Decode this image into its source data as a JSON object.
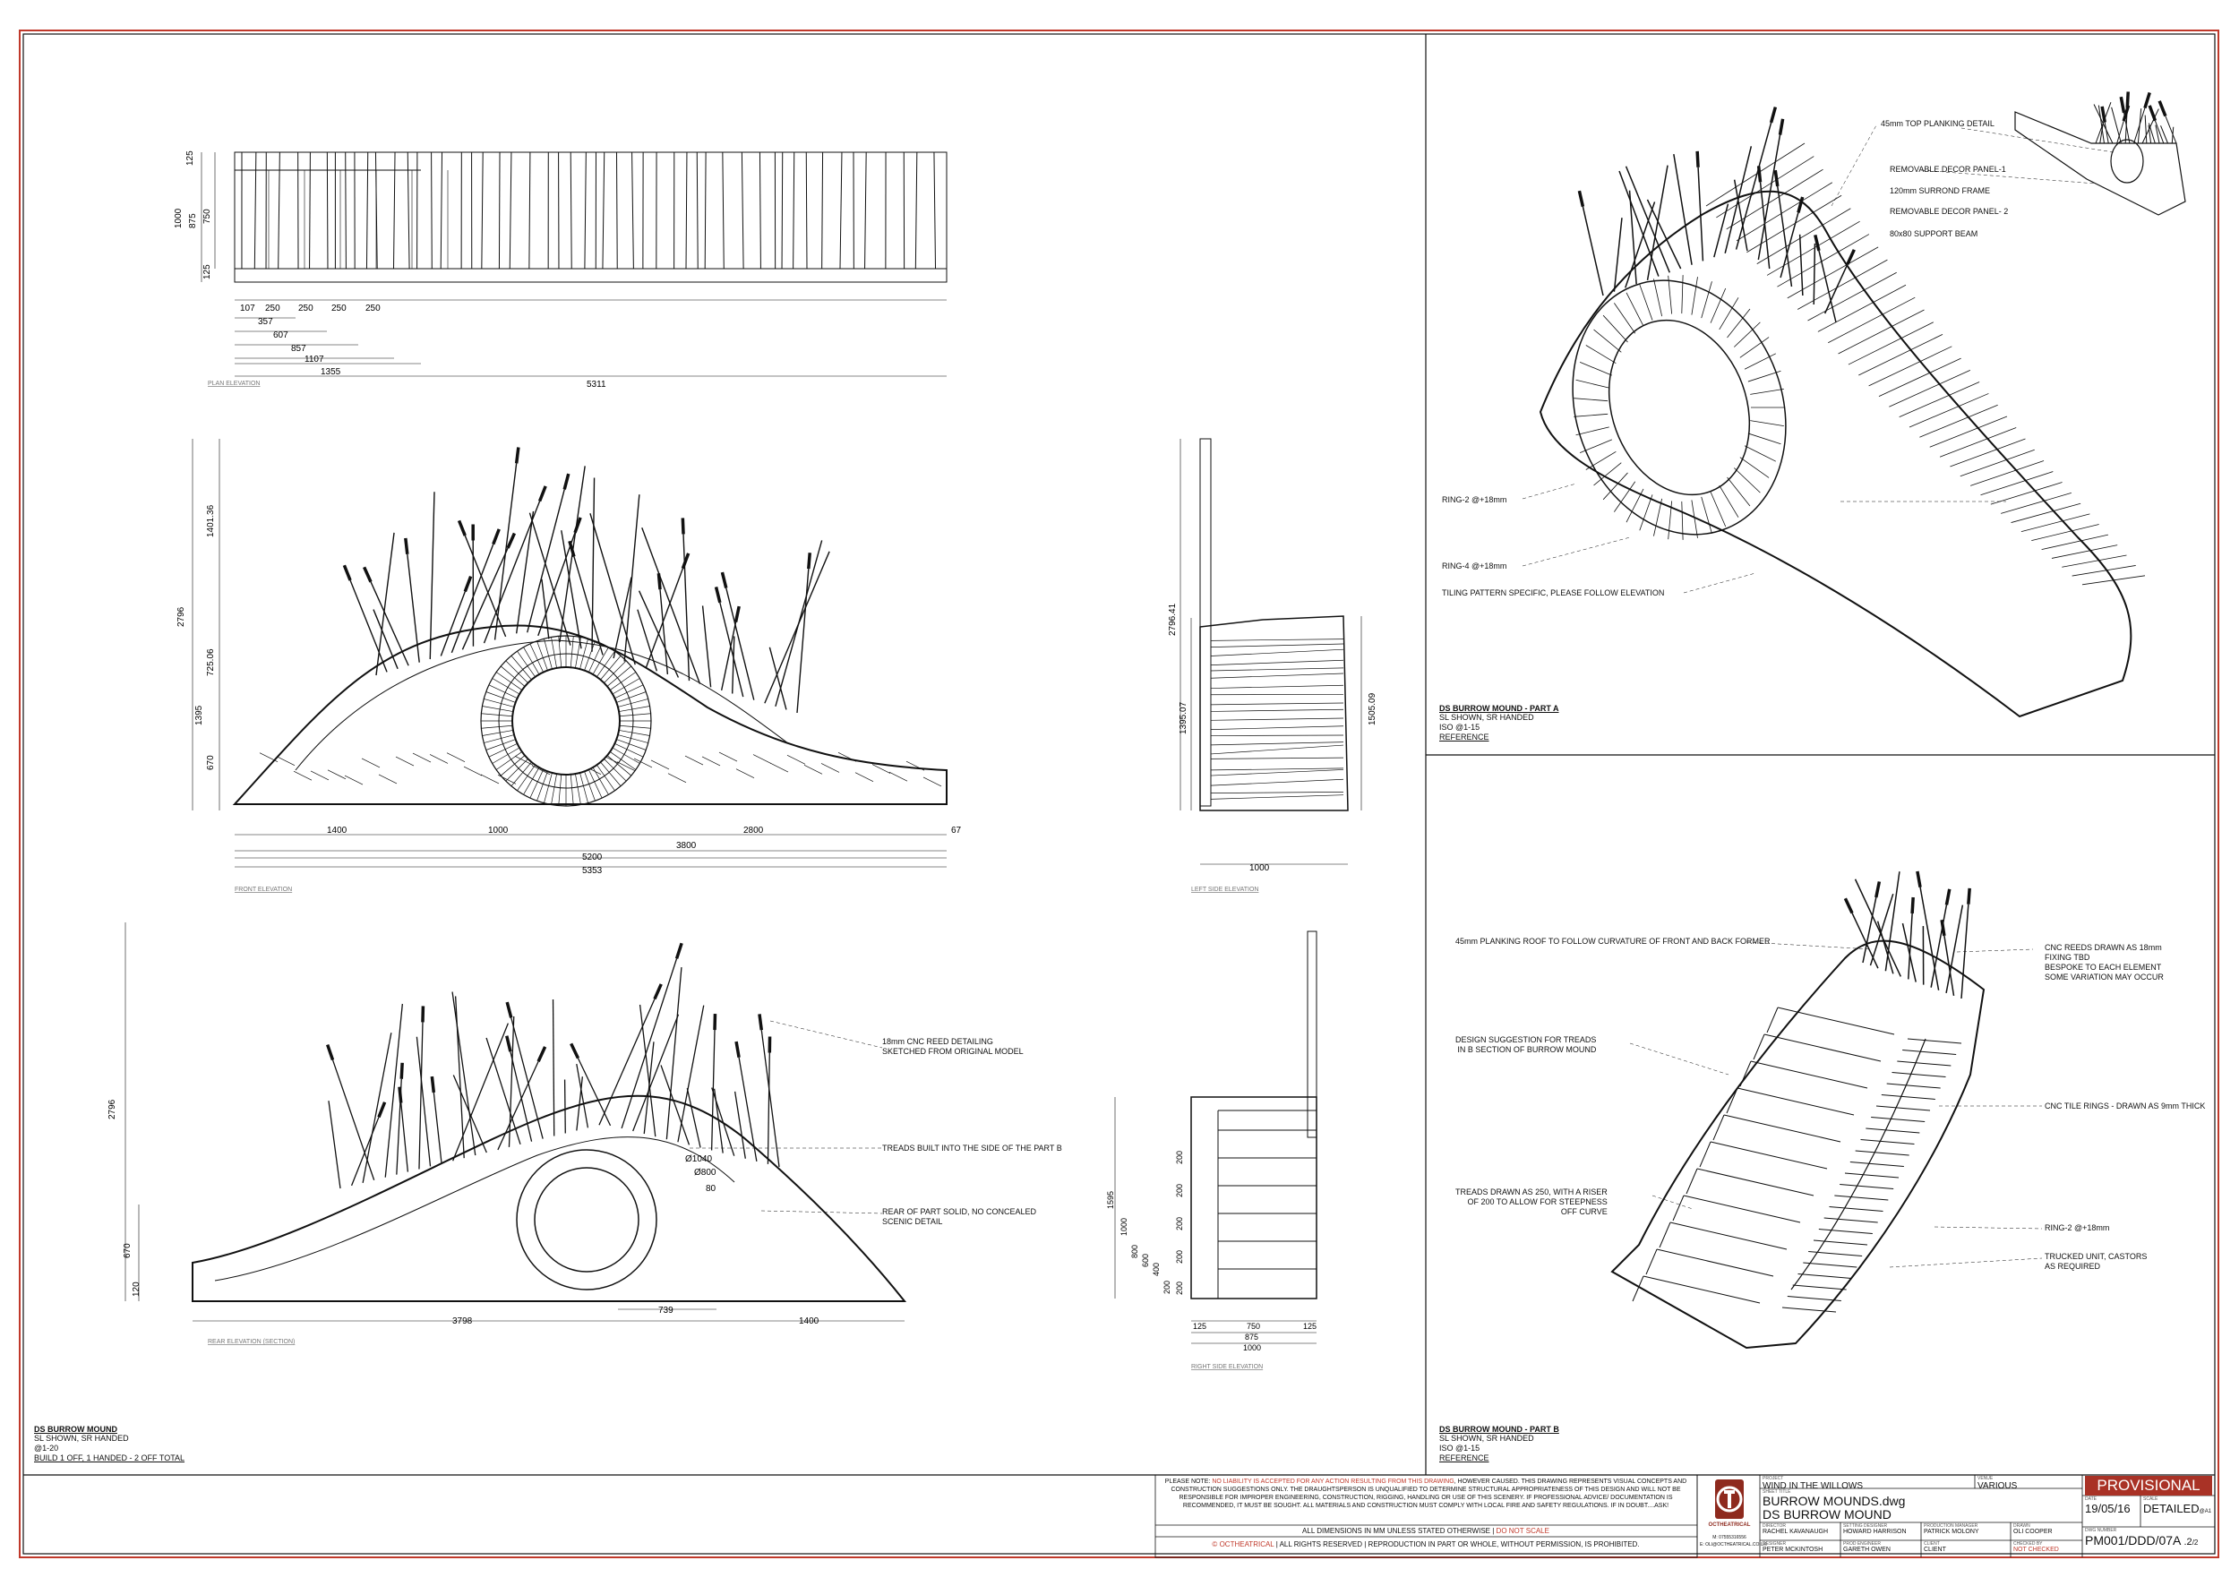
{
  "sheet": {
    "border_color": "#c0392b",
    "line_color": "#111111"
  },
  "views": {
    "plan": {
      "label": "PLAN ELEVATION",
      "v_dims": [
        "125",
        "1000",
        "875",
        "750",
        "125"
      ],
      "h_dims": [
        "107",
        "250",
        "250",
        "250",
        "250",
        "357",
        "607",
        "857",
        "1107",
        "1355",
        "5311"
      ]
    },
    "front": {
      "label": "FRONT ELEVATION",
      "v_dims": [
        "2796",
        "1401.36",
        "725.06",
        "1395",
        "670"
      ],
      "h_dims": [
        "1400",
        "1000",
        "2800",
        "67",
        "3800",
        "5200",
        "5353"
      ]
    },
    "left": {
      "label": "LEFT SIDE ELEVATION",
      "v_dims": [
        "2796.41",
        "1395.07",
        "1505.09"
      ],
      "h_dims": [
        "1000"
      ]
    },
    "rear": {
      "label": "REAR ELEVATION (SECTION)",
      "v_dims": [
        "2796",
        "670",
        "120"
      ],
      "h_dims": [
        "3798",
        "739",
        "1400"
      ],
      "ring_dims": [
        "Ø1040",
        "Ø800",
        "80"
      ],
      "notes": [
        "18mm CNC REED DETAILING\nSKETCHED FROM ORIGINAL MODEL",
        "TREADS BUILT INTO THE SIDE OF THE PART B",
        "REAR OF PART SOLID, NO CONCEALED\nSCENIC DETAIL"
      ]
    },
    "right": {
      "label": "RIGHT SIDE ELEVATION",
      "v_dims": [
        "1595",
        "1000",
        "800",
        "600",
        "400",
        "200",
        "200",
        "200",
        "200",
        "200",
        "200"
      ],
      "h_dims": [
        "125",
        "750",
        "125",
        "875",
        "1000"
      ]
    },
    "iso_a": {
      "callouts": [
        "45mm TOP PLANKING DETAIL",
        "REMOVABLE DECOR PANEL-1",
        "120mm SURROND FRAME",
        "REMOVABLE DECOR PANEL- 2",
        "80x80 SUPPORT BEAM",
        "RING-2 @+18mm",
        "RING-4 @+18mm",
        "TILING PATTERN SPECIFIC, PLEASE FOLLOW ELEVATION"
      ],
      "caption": {
        "title": "DS BURROW MOUND - PART A",
        "lines": [
          "SL SHOWN, SR HANDED",
          "ISO @1-15"
        ],
        "ref": "REFERENCE"
      }
    },
    "iso_b": {
      "callouts": [
        "45mm PLANKING ROOF TO FOLLOW CURVATURE OF FRONT AND BACK FORMER",
        "DESIGN SUGGESTION FOR TREADS\nIN B SECTION OF BURROW MOUND",
        "TREADS DRAWN AS 250, WITH A RISER\nOF 200 TO ALLOW FOR STEEPNESS\nOFF CURVE",
        "CNC REEDS DRAWN AS 18mm\nFIXING TBD\nBESPOKE TO EACH ELEMENT\nSOME VARIATION MAY OCCUR",
        "CNC TILE RINGS - DRAWN AS 9mm THICK",
        "RING-2 @+18mm",
        "TRUCKED UNIT, CASTORS\nAS REQUIRED"
      ],
      "caption": {
        "title": "DS BURROW MOUND - PART B",
        "lines": [
          "SL SHOWN, SR HANDED",
          "ISO @1-15"
        ],
        "ref": "REFERENCE"
      }
    }
  },
  "main_caption": {
    "title": "DS BURROW MOUND",
    "lines": [
      "SL SHOWN, SR HANDED",
      "@1-20"
    ],
    "build": "BUILD 1 OFF, 1 HANDED - 2 OFF TOTAL"
  },
  "title_block": {
    "disclaimer_lead": "PLEASE NOTE:",
    "disclaimer_red": "NO LIABILITY IS ACCEPTED FOR ANY ACTION RESULTING FROM THIS DRAWING",
    "disclaimer_body": ", HOWEVER CAUSED. THIS DRAWING REPRESENTS VISUAL CONCEPTS AND CONSTRUCTION SUGGESTIONS ONLY. THE DRAUGHTSPERSON IS UNQUALIFIED TO DETERMINE STRUCTURAL APPROPRIATENESS OF THIS DESIGN AND WILL NOT BE RESPONSIBLE FOR IMPROPER ENGINEERING, CONSTRUCTION, RIGGING, HANDLING OR USE OF THIS SCENERY. IF PROFESSIONAL ADVICE/ DOCUMENTATION IS RECOMMENDED, IT MUST BE SOUGHT. ALL MATERIALS AND CONSTRUCTION MUST COMPLY WITH LOCAL FIRE AND SAFETY REGULATIONS. IF IN DOUBT....ASK!",
    "dims_note": "ALL DIMENSIONS IN MM UNLESS STATED OTHERWISE",
    "no_scale": "DO NOT SCALE",
    "copyright_sym": "©",
    "copyright_brand": "OCTHEATRICAL",
    "copyright_rest": "| ALL RIGHTS RESERVED | REPRODUCTION IN PART OR WHOLE, WITHOUT PERMISSION, IS PROHIBITED.",
    "logo_text": "OCTHEATRICAL",
    "logo_mobile": "M: 07555316556",
    "logo_email": "E: OLI@OCTHEATRICAL.CO.UK",
    "project_label": "PROJECT",
    "project": "WIND IN THE WILLOWS",
    "venue_label": "VENUE",
    "venue": "VARIOUS",
    "sheet_title_label": "SHEET TITLE",
    "file": "BURROW MOUNDS.dwg",
    "sheet_title": "DS BURROW MOUND",
    "people": [
      {
        "label": "DIRECTOR",
        "name": "RACHEL KAVANAUGH"
      },
      {
        "label": "SETTING DESIGNER",
        "name": "HOWARD HARRISON"
      },
      {
        "label": "PRODUCTION MANAGER",
        "name": "PATRICK MOLONY"
      },
      {
        "label": "DRAWN",
        "name": "OLI COOPER"
      },
      {
        "label": "DESIGNER",
        "name": "PETER MCKINTOSH"
      },
      {
        "label": "PROD ENGINEER",
        "name": "GARETH OWEN"
      },
      {
        "label": "CLIENT",
        "name": "CLIENT"
      },
      {
        "label": "CHECKED BY",
        "name": "NOT CHECKED"
      }
    ],
    "status": "PROVISIONAL",
    "date_label": "DATE",
    "date": "19/05/16",
    "scale_label": "SCALE",
    "scale": "DETAILED",
    "scale_suffix": "@A1",
    "dwg_label": "DWG NUMBER",
    "dwg_no": "PM001/DDD/07A",
    "rev": ".2",
    "rev_total": "/2"
  }
}
